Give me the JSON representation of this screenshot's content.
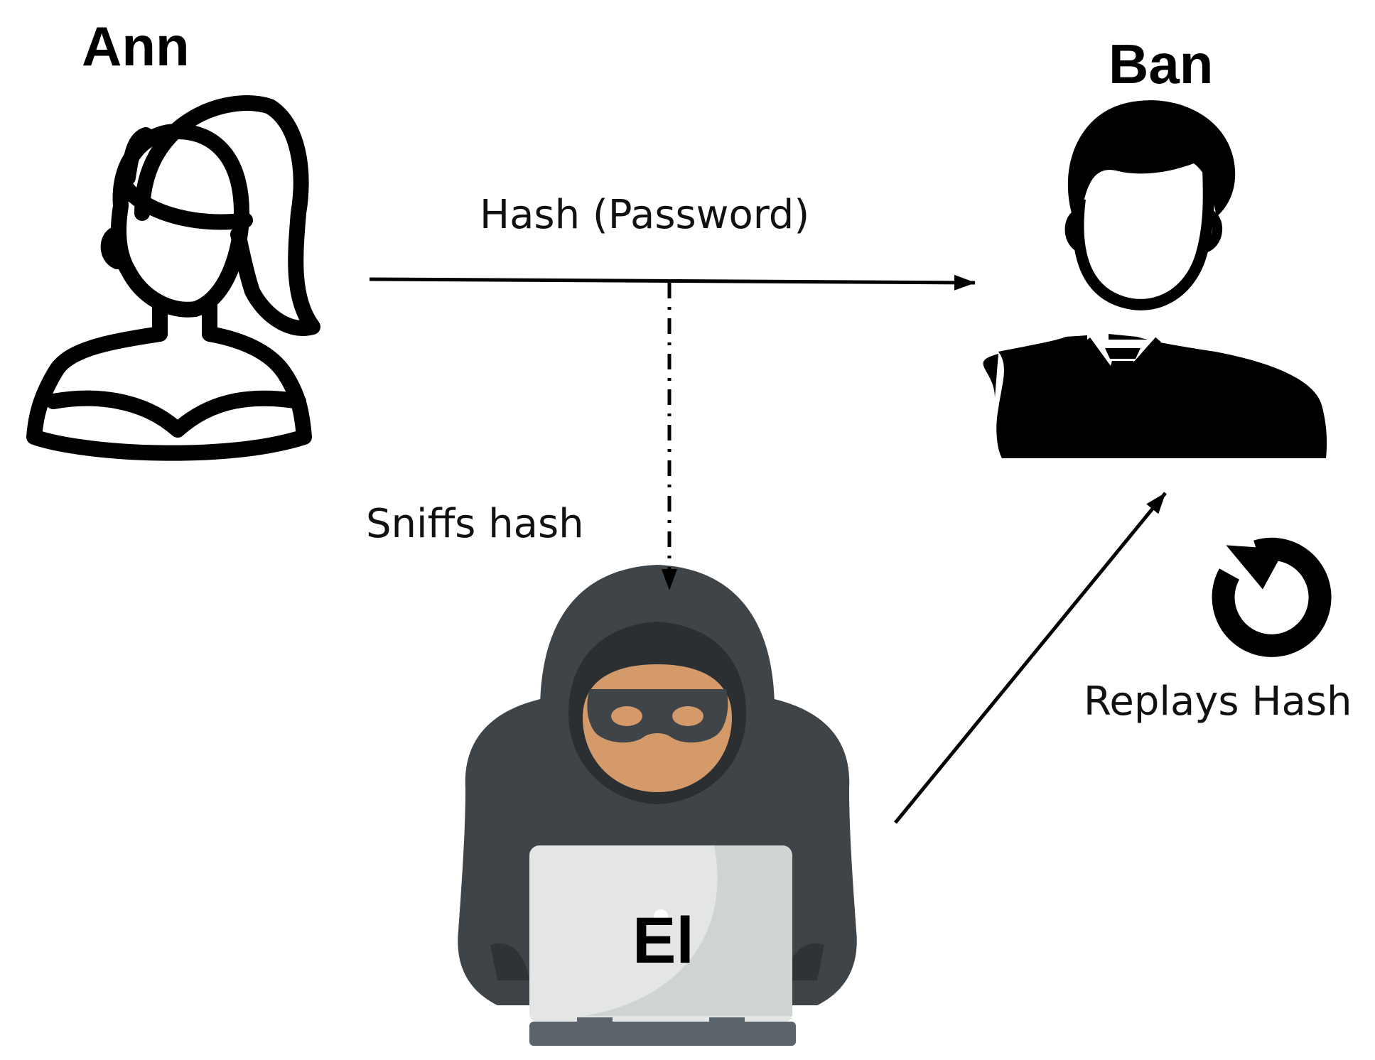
{
  "actors": {
    "sender": {
      "name": "Ann",
      "icon": "woman-user-icon"
    },
    "receiver": {
      "name": "Ban",
      "icon": "businessman-icon"
    },
    "attacker": {
      "name": "El",
      "icon": "hooded-hacker-icon"
    }
  },
  "edges": {
    "transmit": {
      "label": "Hash (Password)",
      "style": "solid"
    },
    "sniff": {
      "label": "Sniffs hash",
      "style": "dash-dot"
    },
    "replay": {
      "label": "Replays Hash",
      "style": "solid",
      "icon": "replay-icon"
    }
  },
  "colors": {
    "hood": "#3f4448",
    "face": "#d49a69",
    "mask": "#3f4448",
    "laptop": "#e3e6e4",
    "laptop_base": "#5c646b",
    "ink": "#000000"
  }
}
